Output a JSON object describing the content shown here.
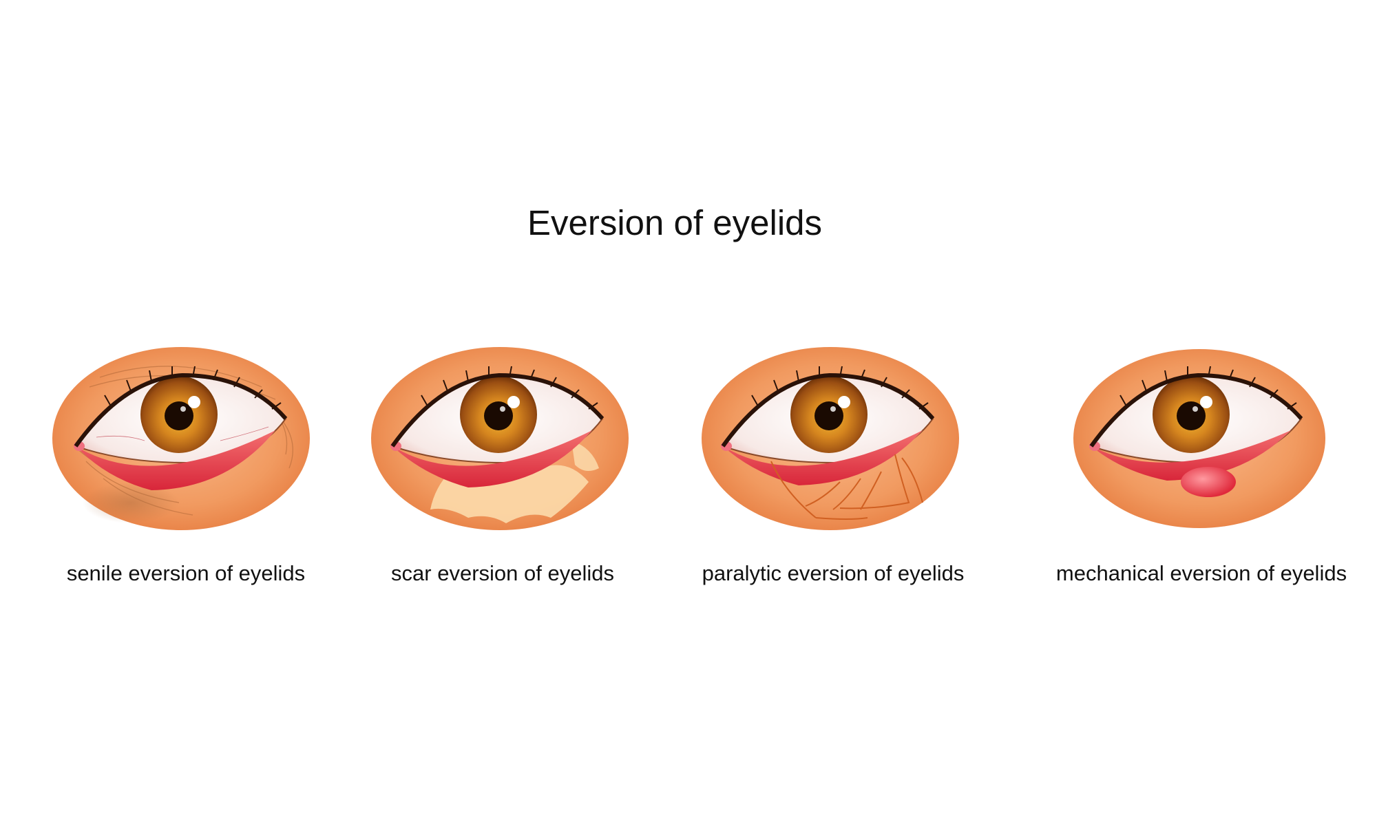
{
  "title": "Eversion of eyelids",
  "panels": [
    {
      "id": "senile",
      "caption": "senile eversion of eyelids"
    },
    {
      "id": "scar",
      "caption": "scar eversion of eyelids"
    },
    {
      "id": "paralytic",
      "caption": "paralytic eversion of eyelids"
    },
    {
      "id": "mechanical",
      "caption": "mechanical eversion of eyelids"
    }
  ],
  "colors": {
    "skin": "#f3a26a",
    "iris": "#c8741a",
    "conjunctiva": "#e0404a",
    "scar": "#fbd7a7",
    "nerve": "#d06022",
    "mass": "#ee3a48"
  }
}
